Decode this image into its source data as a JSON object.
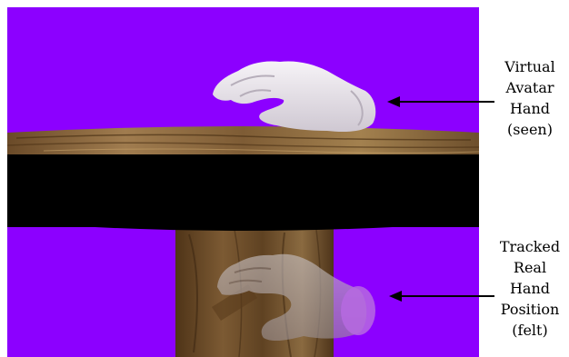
{
  "labels": {
    "virtual": {
      "line1": "Virtual",
      "line2": "Avatar",
      "line3": "Hand",
      "line4": "(seen)"
    },
    "tracked": {
      "line1": "Tracked",
      "line2": "Real",
      "line3": "Hand",
      "line4": "Position",
      "line5": "(felt)"
    }
  },
  "colors": {
    "background": "#8c00ff",
    "table_rim": "#000000",
    "wood": "#7a5a35",
    "virtual_hand": "#e8e4ea",
    "tracked_hand": "#b8aeb0",
    "tracked_marker": "#b66ae0",
    "arrow": "#000000"
  },
  "icons": {
    "virtual_hand": "hand-icon",
    "tracked_hand": "hand-icon"
  }
}
